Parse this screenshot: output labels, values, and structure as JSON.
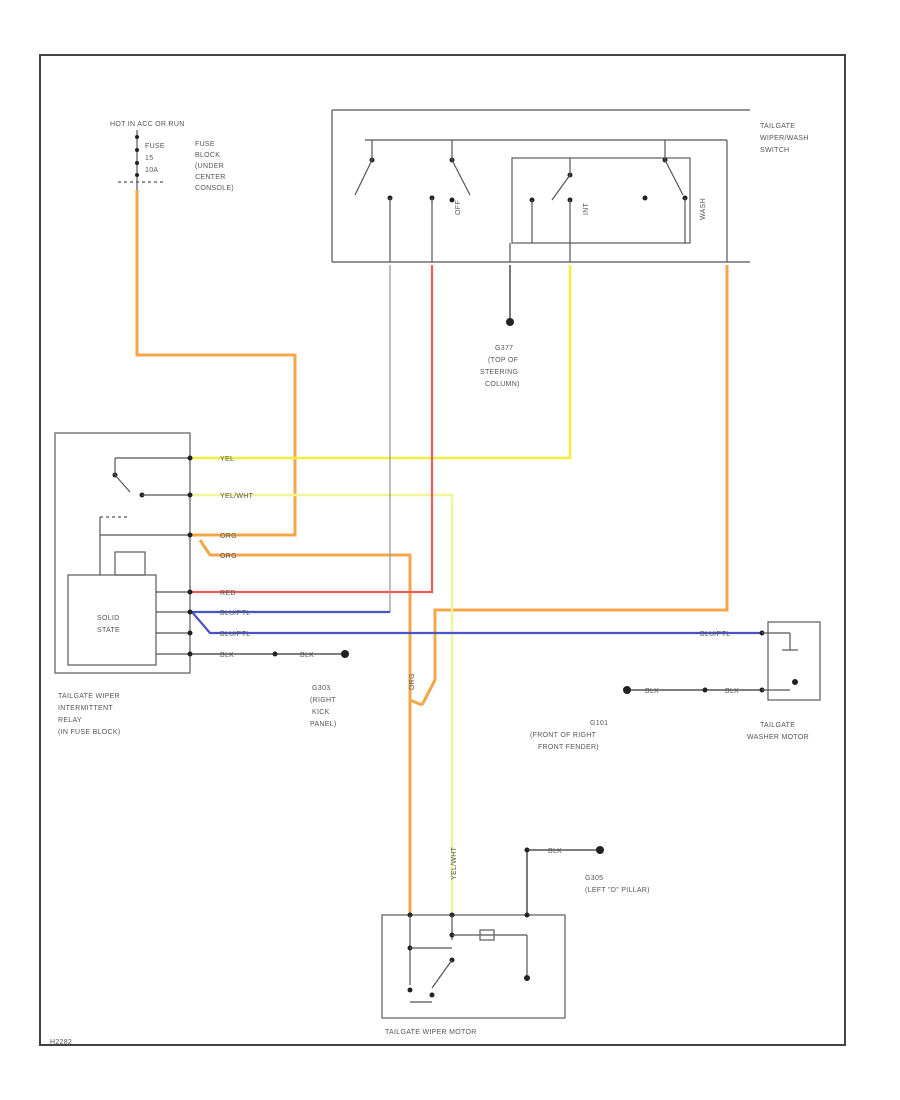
{
  "labels": {
    "ignition": "HOT IN ACC OR RUN",
    "fuse_line1": "FUSE",
    "fuse_line2": "15",
    "fuse_line3": "10A",
    "fuse_block_1": "FUSE",
    "fuse_block_2": "BLOCK",
    "fuse_block_3": "(UNDER",
    "fuse_block_4": "CENTER",
    "fuse_block_5": "CONSOLE)",
    "switch_1": "TAILGATE",
    "switch_2": "WIPER/WASH",
    "switch_3": "SWITCH",
    "relay_1": "TAILGATE WIPER",
    "relay_2": "INTERMITTENT",
    "relay_3": "RELAY",
    "relay_4": "(IN FUSE BLOCK)",
    "solid_state_1": "SOLID",
    "solid_state_2": "STATE",
    "g_column_1": "G377",
    "g_column_2": "(TOP OF",
    "g_column_3": "STEERING",
    "g_column_4": "COLUMN)",
    "g_kick_1": "G303",
    "g_kick_2": "(RIGHT",
    "g_kick_3": "KICK",
    "g_kick_4": "PANEL)",
    "g_fender_1": "G101",
    "g_fender_2": "(FRONT OF RIGHT",
    "g_fender_3": "FRONT FENDER)",
    "washer_1": "TAILGATE",
    "washer_2": "WASHER MOTOR",
    "g_pillar_1": "G305",
    "g_pillar_2": "(LEFT \"D\" PILLAR)",
    "wiper_motor": "TAILGATE WIPER MOTOR",
    "footer_code": "H2282"
  },
  "wire_labels": {
    "yel": "YEL",
    "yel_wht": "YEL/WHT",
    "org": "ORG",
    "org2": "ORG",
    "red": "RED",
    "blu_ptl": "BLU/PTL",
    "blu_ptl2": "BLU/PTL",
    "blk": "BLK",
    "blk2": "BLK",
    "blk_fender": "BLK",
    "blk_washer": "BLK",
    "blk_pillar": "BLK",
    "blu_washer": "BLU/PTL"
  },
  "switch_contacts": {
    "off": "OFF",
    "int": "INT",
    "wash": "WASH"
  },
  "colors": {
    "org": "#f5a64a",
    "red": "#ef5a5a",
    "yel": "#f2ee3c",
    "yel_wht": "#f3f39a",
    "blu": "#4a52c8",
    "gry": "#9a9a9a"
  }
}
